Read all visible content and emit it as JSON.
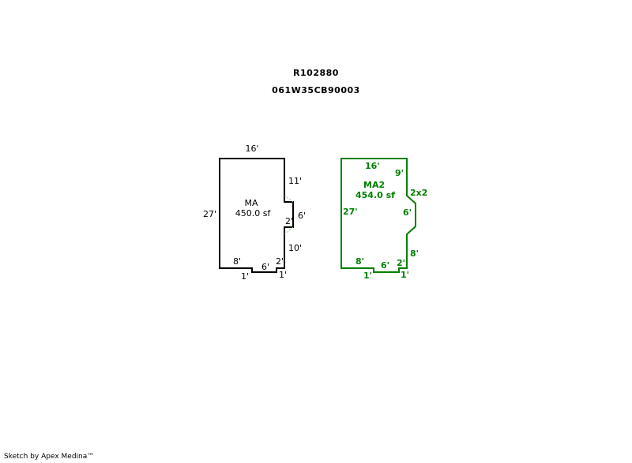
{
  "header": {
    "parcel_id": "R102880",
    "map_number": "061W35CB90003"
  },
  "sketch_left": {
    "area_name": "MA",
    "area_size": "450.0 sf",
    "dims": {
      "top": "16'",
      "left": "27'",
      "right_upper": "11'",
      "bump_width": "6'",
      "bump_depth": "2'",
      "right_lower": "10'",
      "bottom_left": "8'",
      "notch_bottom": "6'",
      "notch_right_top": "2'",
      "notch_left_side": "1'",
      "notch_right_side": "1'"
    },
    "color": "#000000"
  },
  "sketch_right": {
    "area_name": "MA2",
    "area_size": "454.0 sf",
    "dims": {
      "top": "16'",
      "left": "27'",
      "right_upper": "9'",
      "bump_angle": "2x2",
      "bump_width": "6'",
      "right_lower": "8'",
      "bottom_left": "8'",
      "notch_bottom": "6'",
      "notch_right_top": "2'",
      "notch_left_side": "1'",
      "notch_right_side": "1'"
    },
    "color": "#008000"
  },
  "footer": {
    "credit": "Sketch by Apex Medina™"
  }
}
